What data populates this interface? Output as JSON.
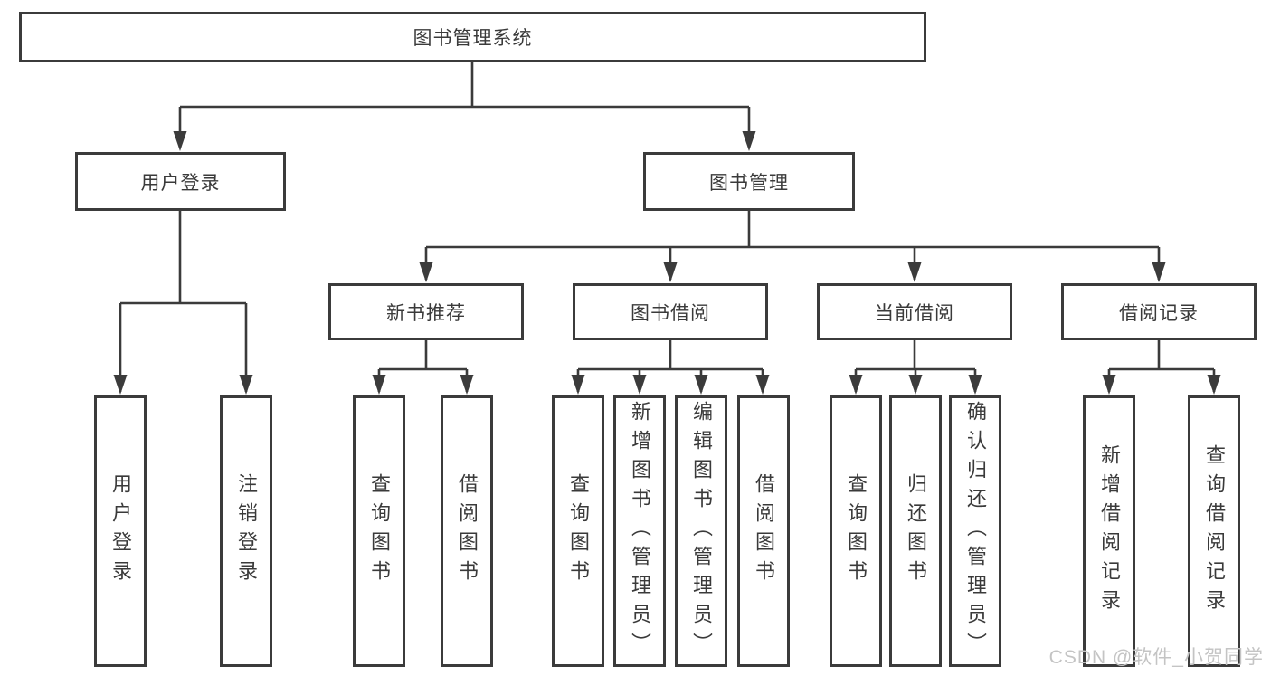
{
  "diagram": {
    "type": "tree",
    "title": "图书管理系统",
    "branches": [
      {
        "label": "用户登录",
        "children": [
          {
            "label": "用户登录"
          },
          {
            "label": "注销登录"
          }
        ]
      },
      {
        "label": "图书管理",
        "children": [
          {
            "label": "新书推荐",
            "children": [
              {
                "label": "查询图书"
              },
              {
                "label": "借阅图书"
              }
            ]
          },
          {
            "label": "图书借阅",
            "children": [
              {
                "label": "查询图书"
              },
              {
                "label": "新增图书（管理员）"
              },
              {
                "label": "编辑图书（管理员）"
              },
              {
                "label": "借阅图书"
              }
            ]
          },
          {
            "label": "当前借阅",
            "children": [
              {
                "label": "查询图书"
              },
              {
                "label": "归还图书"
              },
              {
                "label": "确认归还（管理员）"
              }
            ]
          },
          {
            "label": "借阅记录",
            "children": [
              {
                "label": "新增借阅记录"
              },
              {
                "label": "查询借阅记录"
              }
            ]
          }
        ]
      }
    ]
  },
  "watermark": "CSDN @软件_小贺同学",
  "colors": {
    "line": "#3b3b3b",
    "text": "#3a3a3a",
    "background": "#ffffff",
    "watermark": "#c4c4c4"
  }
}
